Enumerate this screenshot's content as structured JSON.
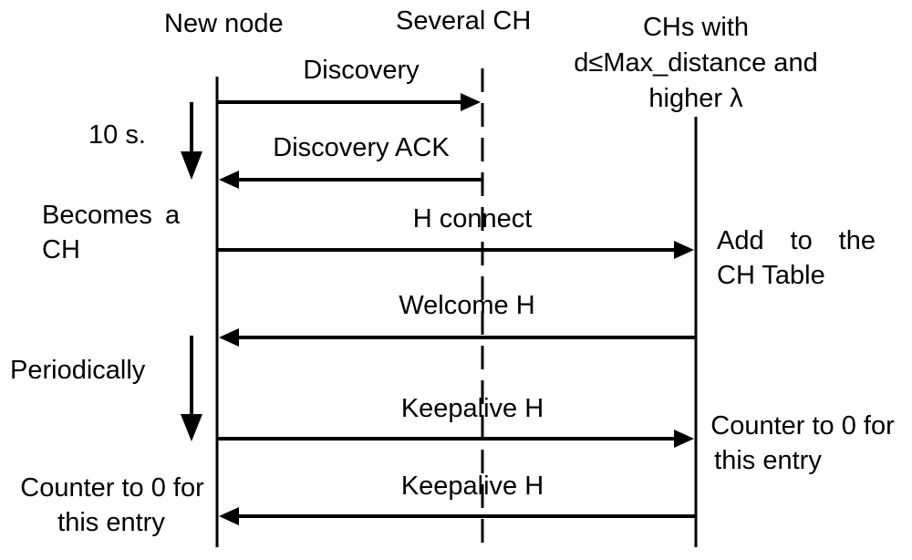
{
  "participants": {
    "new_node": "New node",
    "several_ch": "Several CH",
    "chs_with_line1": "CHs with",
    "chs_with_line2": "d≤Max_distance and",
    "chs_with_line3": "higher λ"
  },
  "messages": {
    "discovery": "Discovery",
    "discovery_ack": "Discovery ACK",
    "h_connect": "H connect",
    "welcome_h": "Welcome H",
    "keepalive_h_1": "Keepalive H",
    "keepalive_h_2": "Keepalive H"
  },
  "notes": {
    "ten_s": "10 s.",
    "becomes_line1": "Becomes a",
    "becomes_line2": "CH",
    "periodically": "Periodically",
    "add_line1": "Add to the",
    "add_line2": "CH Table",
    "right_counter_line1": "Counter to 0 for",
    "right_counter_line2": "this entry",
    "left_counter_line1": "Counter to 0 for",
    "left_counter_line2": "this entry"
  },
  "colors": {
    "line": "#000000",
    "background": "#ffffff"
  }
}
